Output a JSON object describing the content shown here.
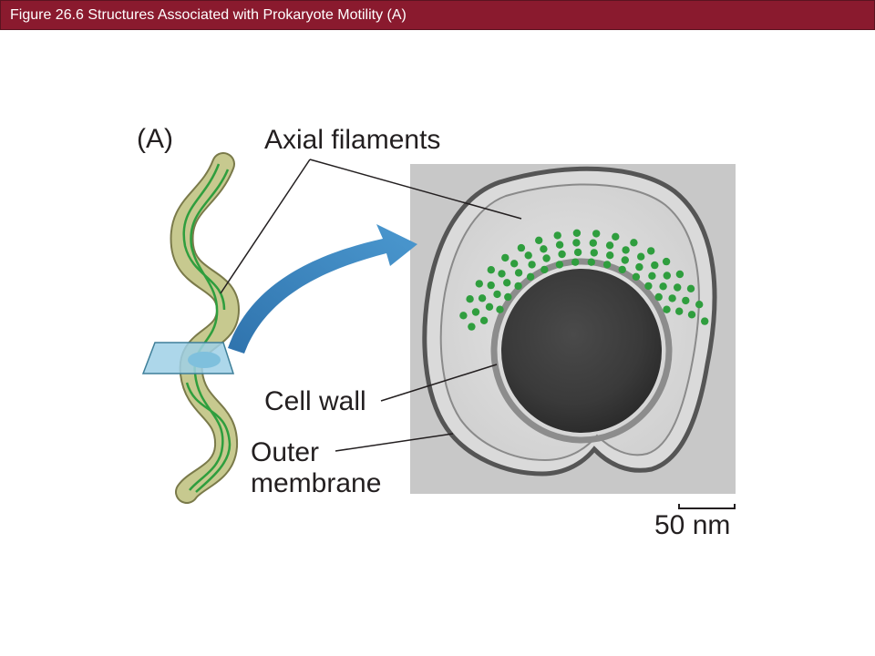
{
  "header": {
    "title": "Figure 26.6 Structures Associated with Prokaryote Motility (A)"
  },
  "figure": {
    "panel_label": "(A)",
    "labels": {
      "axial_filaments": "Axial filaments",
      "cell_wall": "Cell wall",
      "outer_membrane_line1": "Outer",
      "outer_membrane_line2": "membrane"
    },
    "scale_bar": "50 nm"
  },
  "colors": {
    "title_bar": "#8a1a2e",
    "spirochete_body": "#c2c48a",
    "axial_filament": "#2f9e3e",
    "arrow": "#3a86bf",
    "section_plane": "#8ac6e0",
    "micrograph_background": "#c5c5c5"
  }
}
